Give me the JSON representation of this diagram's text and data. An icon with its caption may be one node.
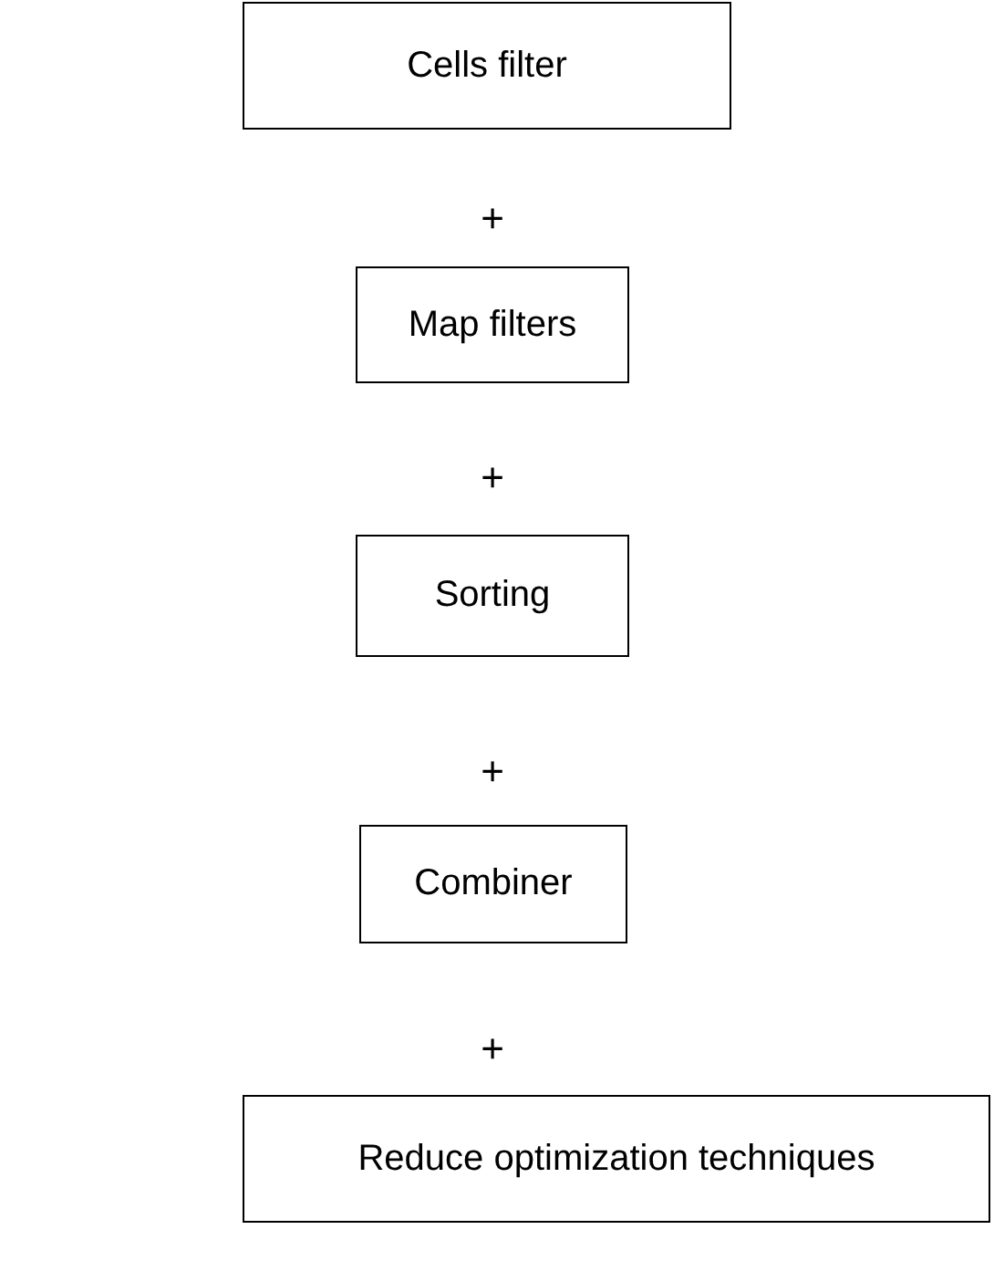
{
  "diagram": {
    "nodes": [
      {
        "text": [
          "Cells filter"
        ]
      },
      {
        "text": [
          "Map filters"
        ]
      },
      {
        "text": [
          "Sorting"
        ]
      },
      {
        "text": [
          "Combiner"
        ]
      },
      {
        "text": [
          "Reduce optimization techniques"
        ]
      }
    ],
    "labels": [
      "+",
      "+",
      "+",
      "+"
    ]
  }
}
